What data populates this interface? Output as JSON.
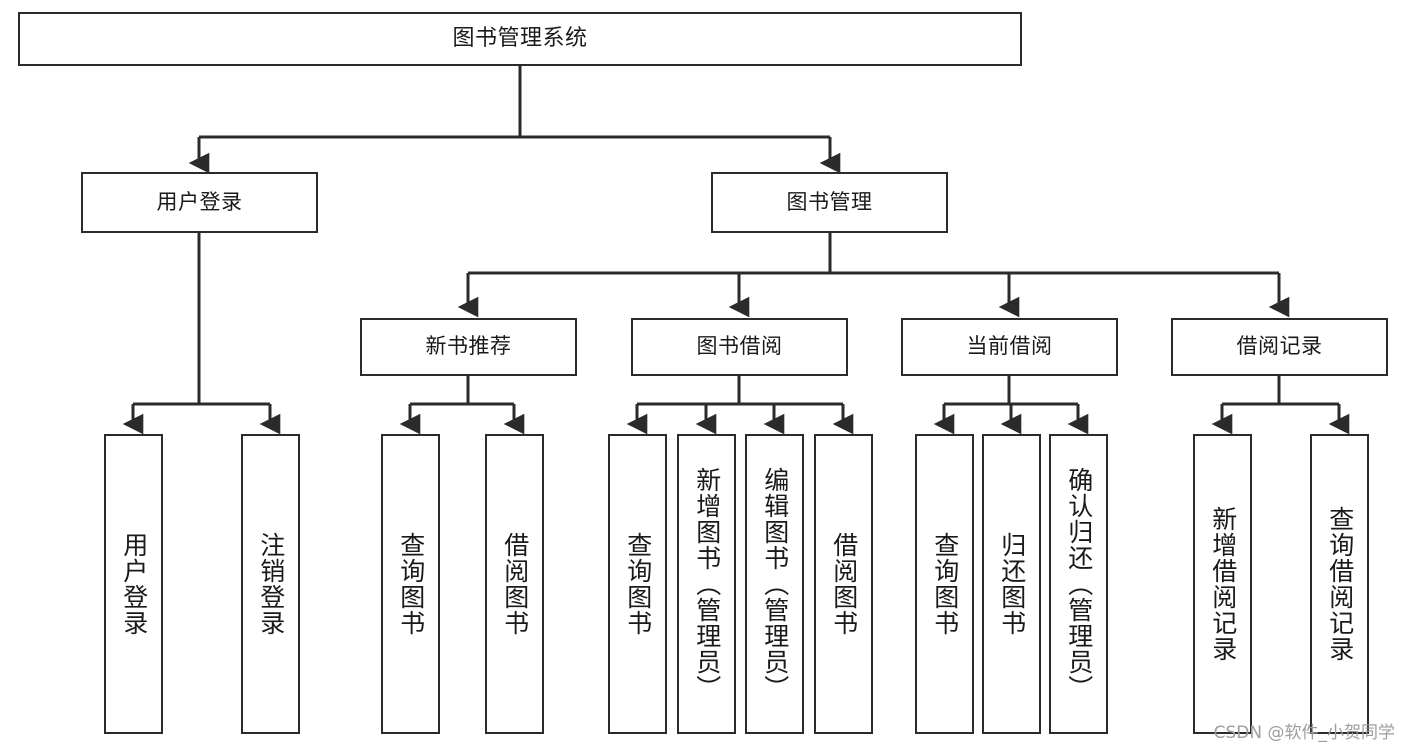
{
  "diagram": {
    "type": "tree",
    "title": "图书管理系统",
    "watermark": "CSDN @软件_小贺同学",
    "nodes": {
      "root": {
        "label": "图书管理系统",
        "level": 0,
        "orientation": "horizontal"
      },
      "user_login": {
        "label": "用户登录",
        "level": 1,
        "orientation": "horizontal"
      },
      "book_manage": {
        "label": "图书管理",
        "level": 1,
        "orientation": "horizontal"
      },
      "new_book_rec": {
        "label": "新书推荐",
        "level": 2,
        "orientation": "horizontal"
      },
      "book_borrow": {
        "label": "图书借阅",
        "level": 2,
        "orientation": "horizontal"
      },
      "current_borrow": {
        "label": "当前借阅",
        "level": 2,
        "orientation": "horizontal"
      },
      "borrow_record": {
        "label": "借阅记录",
        "level": 2,
        "orientation": "horizontal"
      },
      "leaf_user_login": {
        "label": "用户登录",
        "level": 3,
        "orientation": "vertical",
        "parent": "user_login"
      },
      "leaf_user_logout": {
        "label": "注销登录",
        "level": 3,
        "orientation": "vertical",
        "parent": "user_login"
      },
      "leaf_nbr_query": {
        "label": "查询图书",
        "level": 3,
        "orientation": "vertical",
        "parent": "new_book_rec"
      },
      "leaf_nbr_borrow": {
        "label": "借阅图书",
        "level": 3,
        "orientation": "vertical",
        "parent": "new_book_rec"
      },
      "leaf_bb_query": {
        "label": "查询图书",
        "level": 3,
        "orientation": "vertical",
        "parent": "book_borrow"
      },
      "leaf_bb_add": {
        "label": "新增图书（管理员）",
        "level": 3,
        "orientation": "vertical",
        "parent": "book_borrow"
      },
      "leaf_bb_edit": {
        "label": "编辑图书（管理员）",
        "level": 3,
        "orientation": "vertical",
        "parent": "book_borrow"
      },
      "leaf_bb_borrow": {
        "label": "借阅图书",
        "level": 3,
        "orientation": "vertical",
        "parent": "book_borrow"
      },
      "leaf_cb_query": {
        "label": "查询图书",
        "level": 3,
        "orientation": "vertical",
        "parent": "current_borrow"
      },
      "leaf_cb_return": {
        "label": "归还图书",
        "level": 3,
        "orientation": "vertical",
        "parent": "current_borrow"
      },
      "leaf_cb_confirm": {
        "label": "确认归还（管理员）",
        "level": 3,
        "orientation": "vertical",
        "parent": "current_borrow"
      },
      "leaf_br_add": {
        "label": "新增借阅记录",
        "level": 3,
        "orientation": "vertical",
        "parent": "borrow_record"
      },
      "leaf_br_query": {
        "label": "查询借阅记录",
        "level": 3,
        "orientation": "vertical",
        "parent": "borrow_record"
      }
    },
    "edges": [
      {
        "from": "root",
        "to": "user_login"
      },
      {
        "from": "root",
        "to": "book_manage"
      },
      {
        "from": "book_manage",
        "to": "new_book_rec"
      },
      {
        "from": "book_manage",
        "to": "book_borrow"
      },
      {
        "from": "book_manage",
        "to": "current_borrow"
      },
      {
        "from": "book_manage",
        "to": "borrow_record"
      },
      {
        "from": "user_login",
        "to": "leaf_user_login"
      },
      {
        "from": "user_login",
        "to": "leaf_user_logout"
      },
      {
        "from": "new_book_rec",
        "to": "leaf_nbr_query"
      },
      {
        "from": "new_book_rec",
        "to": "leaf_nbr_borrow"
      },
      {
        "from": "book_borrow",
        "to": "leaf_bb_query"
      },
      {
        "from": "book_borrow",
        "to": "leaf_bb_add"
      },
      {
        "from": "book_borrow",
        "to": "leaf_bb_edit"
      },
      {
        "from": "book_borrow",
        "to": "leaf_bb_borrow"
      },
      {
        "from": "current_borrow",
        "to": "leaf_cb_query"
      },
      {
        "from": "current_borrow",
        "to": "leaf_cb_return"
      },
      {
        "from": "current_borrow",
        "to": "leaf_cb_confirm"
      },
      {
        "from": "borrow_record",
        "to": "leaf_br_add"
      },
      {
        "from": "borrow_record",
        "to": "leaf_br_query"
      }
    ],
    "colors": {
      "stroke": "#2b2b2b",
      "fill": "#ffffff",
      "text": "#1a1a1a",
      "watermark": "#9d9d9d"
    }
  }
}
